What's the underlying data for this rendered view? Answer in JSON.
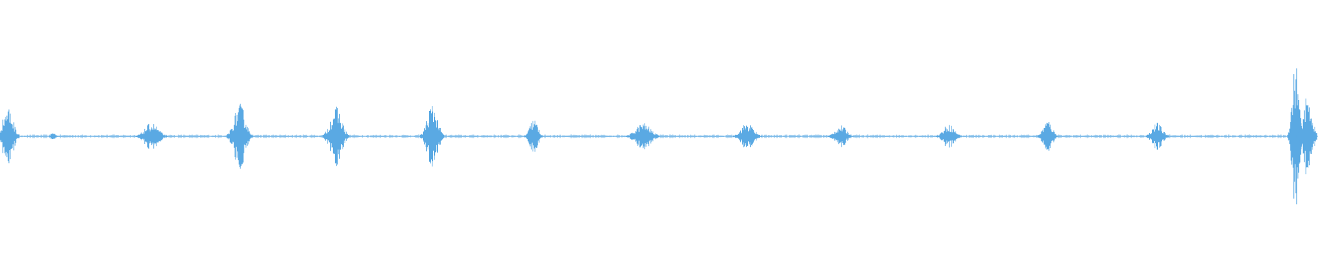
{
  "waveform": {
    "color": "#5aa9e3",
    "background": "#ffffff",
    "bursts": [
      {
        "t": 0.006,
        "amplitude": 0.22,
        "width": 0.009
      },
      {
        "t": 0.04,
        "amplitude": 0.03,
        "width": 0.004
      },
      {
        "t": 0.115,
        "amplitude": 0.1,
        "width": 0.012
      },
      {
        "t": 0.182,
        "amplitude": 0.24,
        "width": 0.01
      },
      {
        "t": 0.255,
        "amplitude": 0.22,
        "width": 0.01
      },
      {
        "t": 0.328,
        "amplitude": 0.24,
        "width": 0.009
      },
      {
        "t": 0.405,
        "amplitude": 0.13,
        "width": 0.007
      },
      {
        "t": 0.488,
        "amplitude": 0.1,
        "width": 0.013
      },
      {
        "t": 0.567,
        "amplitude": 0.1,
        "width": 0.011
      },
      {
        "t": 0.638,
        "amplitude": 0.08,
        "width": 0.01
      },
      {
        "t": 0.72,
        "amplitude": 0.09,
        "width": 0.01
      },
      {
        "t": 0.795,
        "amplitude": 0.12,
        "width": 0.008
      },
      {
        "t": 0.878,
        "amplitude": 0.1,
        "width": 0.009
      },
      {
        "t": 0.983,
        "amplitude": 0.55,
        "width": 0.006
      },
      {
        "t": 0.992,
        "amplitude": 0.3,
        "width": 0.008
      }
    ],
    "baseline_amplitude": 0.005
  }
}
